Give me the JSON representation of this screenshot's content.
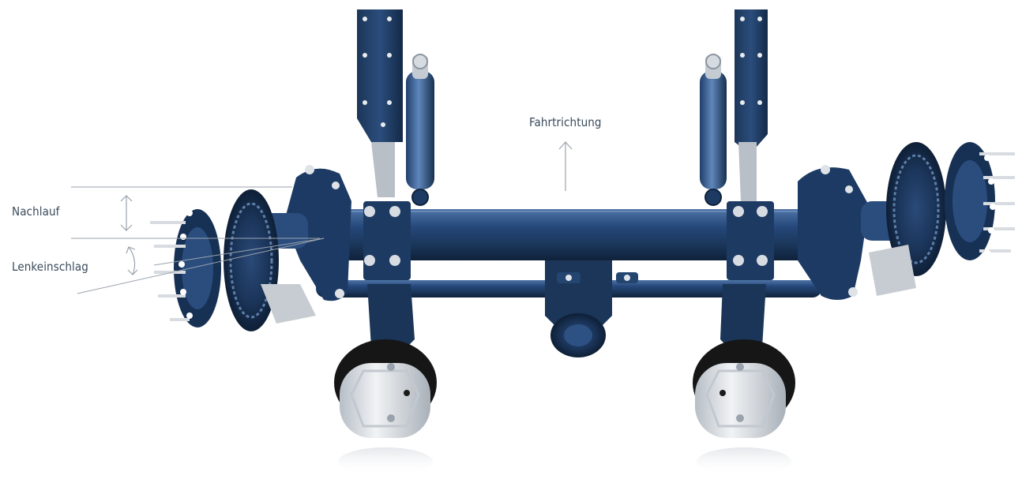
{
  "labels": {
    "caster": "Nachlauf",
    "steering_angle": "Lenkeinschlag",
    "driving_direction": "Fahrtrichtung"
  },
  "colors": {
    "axle_blue": "#1f3d66",
    "axle_dark": "#142a48",
    "axle_light": "#4f74a6",
    "steel": "#c9ced4",
    "airbag_black": "#1a1a1a",
    "airbag_piston": "#dfe3e7",
    "guide_line": "#9aa3ad"
  }
}
